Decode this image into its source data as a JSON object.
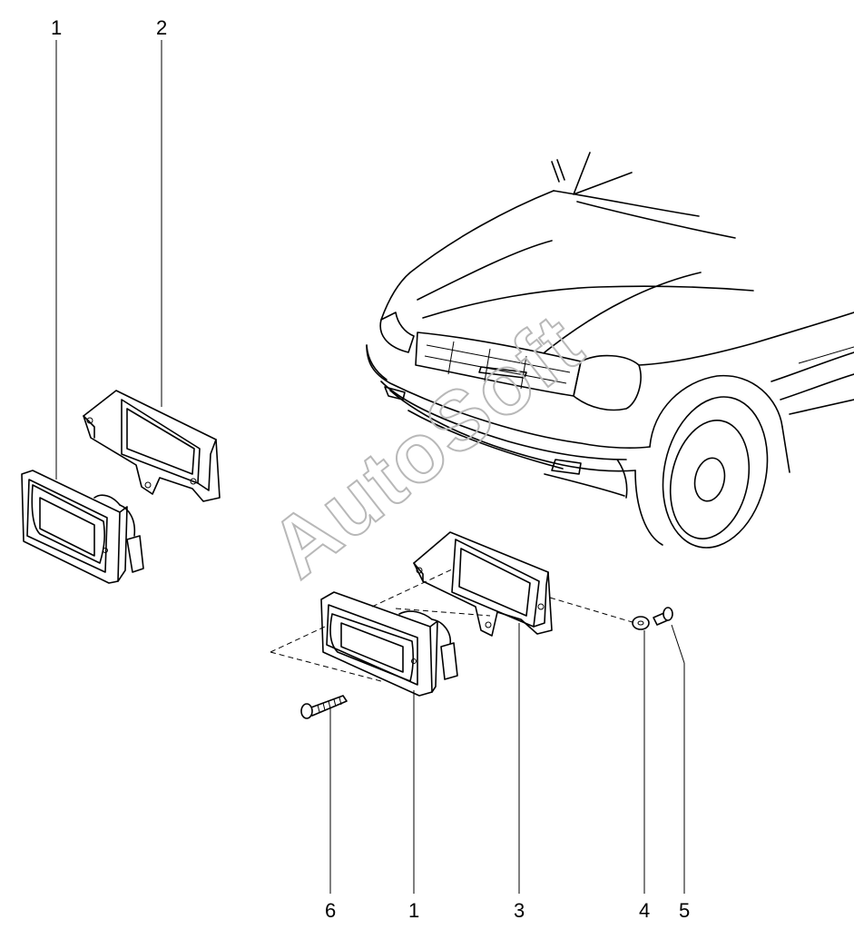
{
  "callouts": [
    {
      "id": "left-lamp",
      "label": "1"
    },
    {
      "id": "left-bracket",
      "label": "2"
    },
    {
      "id": "bottom-screw",
      "label": "6"
    },
    {
      "id": "bottom-lamp",
      "label": "1"
    },
    {
      "id": "bottom-bracket",
      "label": "3"
    },
    {
      "id": "washer",
      "label": "4"
    },
    {
      "id": "bolt",
      "label": "5"
    }
  ],
  "watermark": "AutoSoft"
}
